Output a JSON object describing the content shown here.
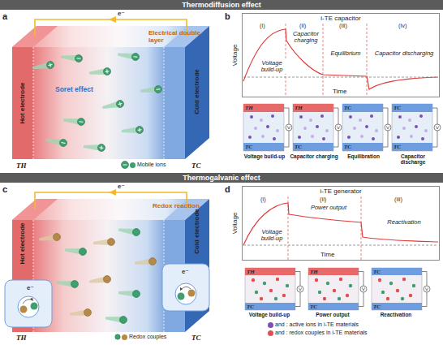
{
  "diagram": {
    "nodes": [
      {
        "text": [
          "Thermodiffusion effect"
        ]
      },
      {
        "text": [
          "i-TE capacitor"
        ]
      },
      {
        "text": [
          "Thermogalvanic effect"
        ]
      },
      {
        "text": [
          "i-TE generator"
        ]
      }
    ],
    "labels": [
      "a",
      "e⁻",
      "Electrical double layer",
      "Soret effect",
      "Hot electrode",
      "Cold electrode",
      "TH",
      "TC",
      "b",
      "Voltage",
      "Time",
      "(i)",
      "(ii)",
      "(iii)",
      "(iv)",
      "Voltage build-up",
      "Capacitor charging",
      "Equilibrium",
      "Capacitor discharging",
      "TH",
      "TC",
      "TH",
      "TC",
      "TC",
      "TC",
      "TC",
      "TC",
      "Voltage build-up",
      "Capacitor charging",
      "Equilibration",
      "Capacitor discharge",
      "c",
      "e⁻",
      "Hot electrode",
      "Cold electrode",
      "Redox reaction",
      "TH",
      "TC",
      "e⁻",
      "e⁻",
      "d",
      "Voltage",
      "Time",
      "(i)",
      "(ii)",
      "(iii)",
      "Voltage build-up",
      "Power output",
      "Reactivation",
      "TH",
      "TC",
      "TH",
      "TC",
      "TC",
      "TC",
      "Voltage build-up",
      "Power output",
      "Reactivation"
    ],
    "legend": [
      {
        "text": "Mobile ions",
        "color": "#3f9f6e"
      },
      {
        "text": "Redox couples",
        "color": "#b58a48"
      },
      {
        "text": "and : active ions in i-TE materials",
        "color": "#7b4fb5"
      },
      {
        "text": "and : redox couples in i-TE materials",
        "color": "#e05050"
      }
    ]
  }
}
